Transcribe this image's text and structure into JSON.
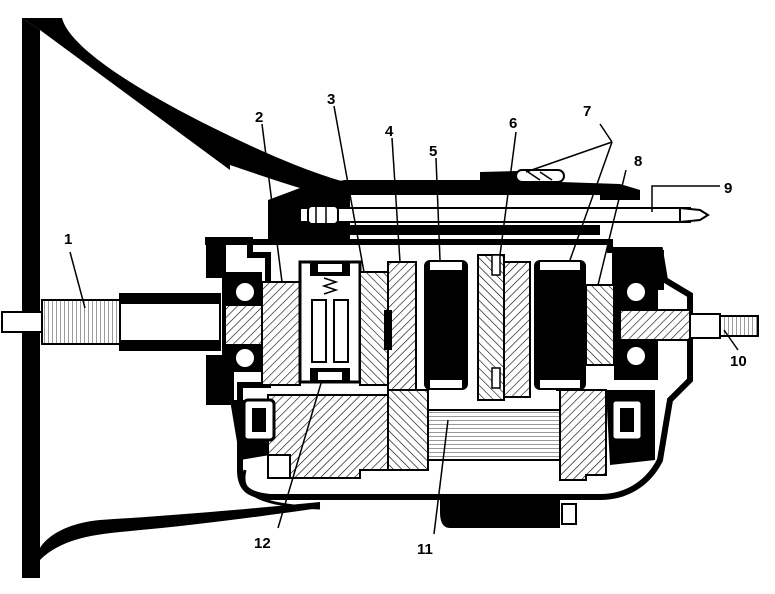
{
  "diagram": {
    "callouts": [
      {
        "id": "c1",
        "label": "1"
      },
      {
        "id": "c2",
        "label": "2"
      },
      {
        "id": "c3",
        "label": "3"
      },
      {
        "id": "c4",
        "label": "4"
      },
      {
        "id": "c5",
        "label": "5"
      },
      {
        "id": "c6",
        "label": "6"
      },
      {
        "id": "c7",
        "label": "7"
      },
      {
        "id": "c8",
        "label": "8"
      },
      {
        "id": "c9",
        "label": "9"
      },
      {
        "id": "c10",
        "label": "10"
      },
      {
        "id": "c11",
        "label": "11"
      },
      {
        "id": "c12",
        "label": "12"
      }
    ],
    "colors": {
      "ink": "#000000",
      "paper": "#ffffff"
    }
  }
}
